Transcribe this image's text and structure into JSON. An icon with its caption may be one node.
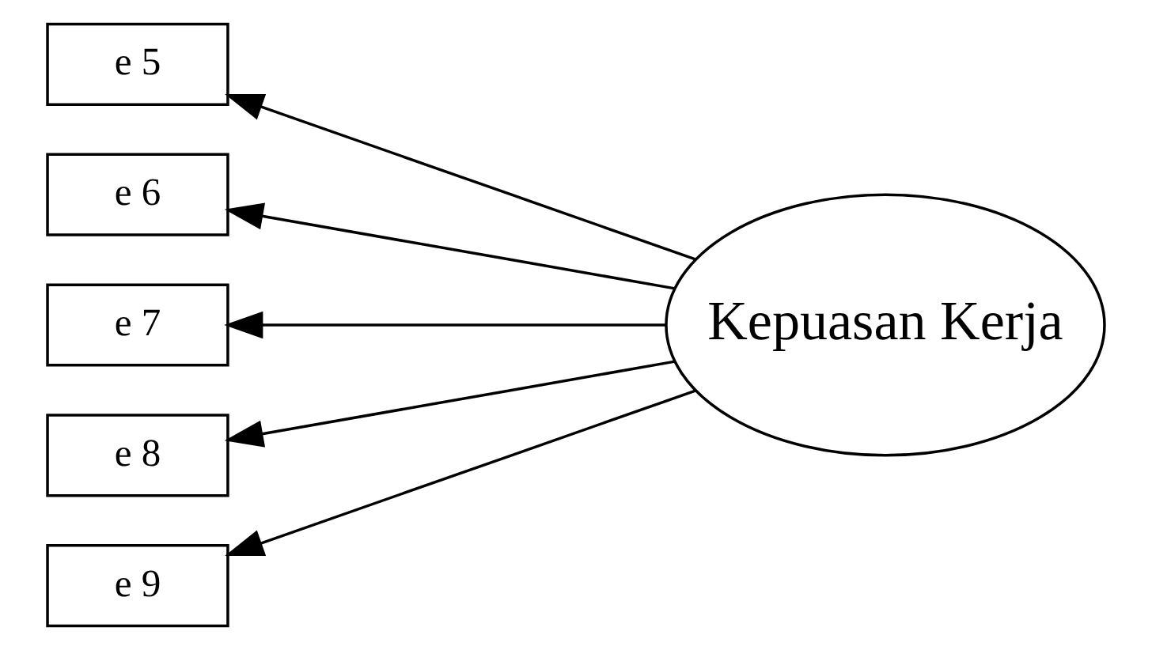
{
  "diagram": {
    "nodes": [
      {
        "text": [
          "e 5"
        ]
      },
      {
        "text": [
          "e 6"
        ]
      },
      {
        "text": [
          "e 7"
        ]
      },
      {
        "text": [
          "e 8"
        ]
      },
      {
        "text": [
          "e 9"
        ]
      },
      {
        "text": [
          "Kepuasan Kerja"
        ]
      }
    ],
    "edges": [
      {
        "from": 5,
        "to": 0,
        "arrow": "to"
      },
      {
        "from": 5,
        "to": 1,
        "arrow": "to"
      },
      {
        "from": 5,
        "to": 2,
        "arrow": "to"
      },
      {
        "from": 5,
        "to": 3,
        "arrow": "to"
      },
      {
        "from": 5,
        "to": 4,
        "arrow": "to"
      }
    ]
  }
}
